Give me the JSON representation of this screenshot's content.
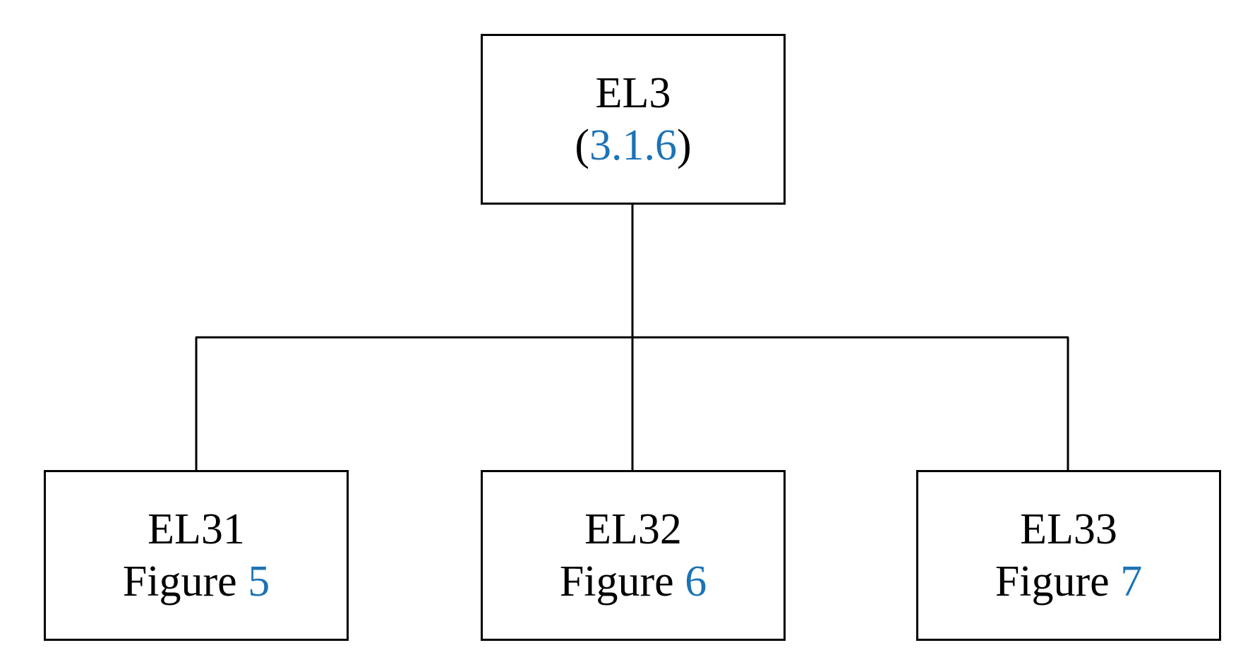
{
  "diagram": {
    "root": {
      "title": "EL3",
      "ref_open": "(",
      "ref_link": "3.1.6",
      "ref_close": ")"
    },
    "children": [
      {
        "title": "EL31",
        "figure_label": "Figure ",
        "figure_link": "5"
      },
      {
        "title": "EL32",
        "figure_label": "Figure ",
        "figure_link": "6"
      },
      {
        "title": "EL33",
        "figure_label": "Figure ",
        "figure_link": "7"
      }
    ],
    "colors": {
      "line": "#000000",
      "link": "#1c73b5",
      "text": "#000000"
    }
  }
}
